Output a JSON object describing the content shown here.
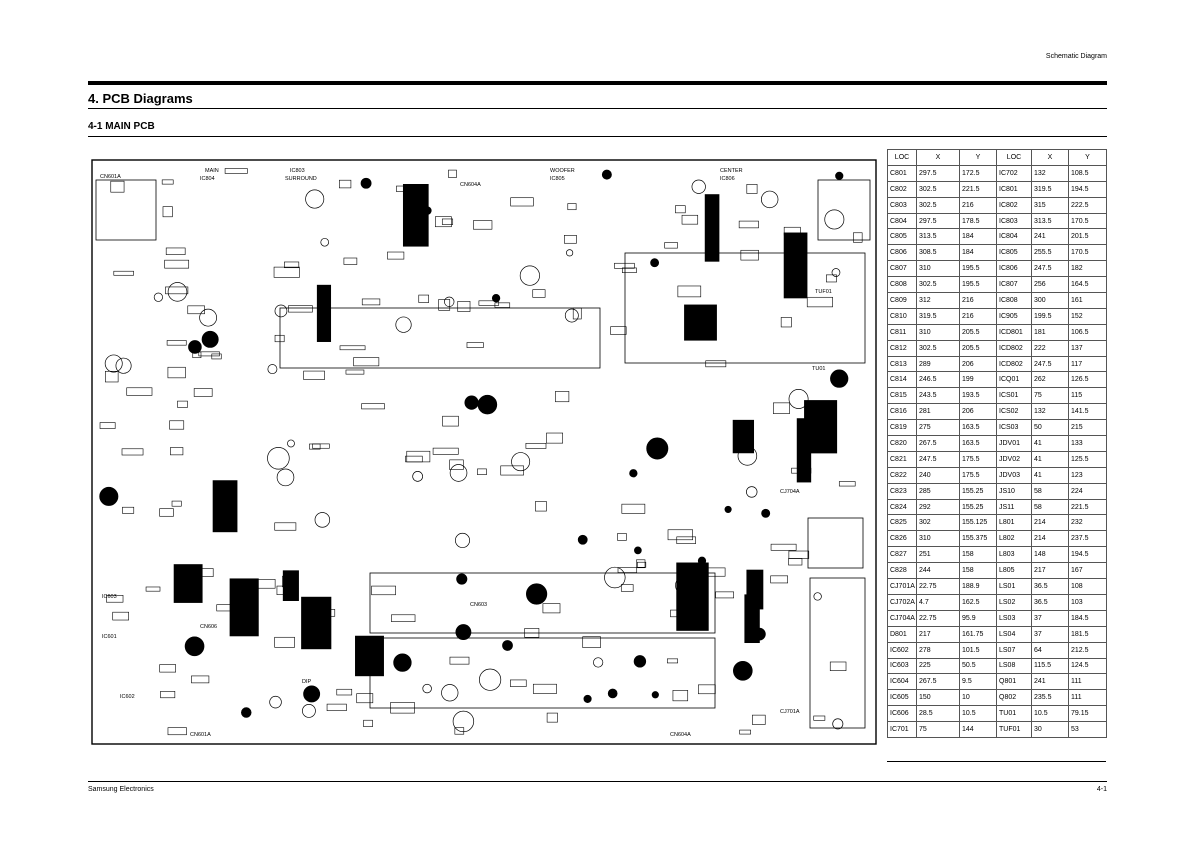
{
  "header": {
    "section_label": "Schematic Diagram"
  },
  "page": {
    "title": "4. PCB Diagrams",
    "subtitle": "4-1 MAIN PCB"
  },
  "pcb_labels": {
    "top_left": "CN601A",
    "main": "MAIN",
    "ic804": "IC804",
    "ic803": "IC803",
    "surround": "SURROUND",
    "cn604a": "CN604A",
    "woofer": "WOOFER",
    "ic805": "IC805",
    "center": "CENTER",
    "ic806": "IC806",
    "ic603": "IC603",
    "ic601": "IC601",
    "cn606": "CN606",
    "dip": "DIP",
    "cn601a_bottom": "CN601A",
    "cn604a_bottom": "CN604A",
    "tuf01": "TUF01",
    "tu01": "TU01",
    "ic602": "IC602",
    "cj704a": "CJ704A",
    "cj701a": "CJ701A",
    "cn603": "CN603"
  },
  "loc_table": {
    "headers": [
      "LOC",
      "X",
      "Y",
      "LOC",
      "X",
      "Y"
    ],
    "rows": [
      [
        "C801",
        "297.5",
        "172.5",
        "IC702",
        "132",
        "108.5"
      ],
      [
        "C802",
        "302.5",
        "221.5",
        "IC801",
        "319.5",
        "194.5"
      ],
      [
        "C803",
        "302.5",
        "216",
        "IC802",
        "315",
        "222.5"
      ],
      [
        "C804",
        "297.5",
        "178.5",
        "IC803",
        "313.5",
        "170.5"
      ],
      [
        "C805",
        "313.5",
        "184",
        "IC804",
        "241",
        "201.5"
      ],
      [
        "C806",
        "308.5",
        "184",
        "IC805",
        "255.5",
        "170.5"
      ],
      [
        "C807",
        "310",
        "195.5",
        "IC806",
        "247.5",
        "182"
      ],
      [
        "C808",
        "302.5",
        "195.5",
        "IC807",
        "256",
        "164.5"
      ],
      [
        "C809",
        "312",
        "216",
        "IC808",
        "300",
        "161"
      ],
      [
        "C810",
        "319.5",
        "216",
        "IC905",
        "199.5",
        "152"
      ],
      [
        "C811",
        "310",
        "205.5",
        "ICD801",
        "181",
        "106.5"
      ],
      [
        "C812",
        "302.5",
        "205.5",
        "ICD802",
        "222",
        "137"
      ],
      [
        "C813",
        "289",
        "206",
        "ICD802",
        "247.5",
        "117"
      ],
      [
        "C814",
        "246.5",
        "199",
        "ICQ01",
        "262",
        "126.5"
      ],
      [
        "C815",
        "243.5",
        "193.5",
        "ICS01",
        "75",
        "115"
      ],
      [
        "C816",
        "281",
        "206",
        "ICS02",
        "132",
        "141.5"
      ],
      [
        "C819",
        "275",
        "163.5",
        "ICS03",
        "50",
        "215"
      ],
      [
        "C820",
        "267.5",
        "163.5",
        "JDV01",
        "41",
        "133"
      ],
      [
        "C821",
        "247.5",
        "175.5",
        "JDV02",
        "41",
        "125.5"
      ],
      [
        "C822",
        "240",
        "175.5",
        "JDV03",
        "41",
        "123"
      ],
      [
        "C823",
        "285",
        "155.25",
        "JS10",
        "58",
        "224"
      ],
      [
        "C824",
        "292",
        "155.25",
        "JS11",
        "58",
        "221.5"
      ],
      [
        "C825",
        "302",
        "155.125",
        "L801",
        "214",
        "232"
      ],
      [
        "C826",
        "310",
        "155.375",
        "L802",
        "214",
        "237.5"
      ],
      [
        "C827",
        "251",
        "158",
        "L803",
        "148",
        "194.5"
      ],
      [
        "C828",
        "244",
        "158",
        "L805",
        "217",
        "167"
      ],
      [
        "CJ701A",
        "22.75",
        "188.9",
        "LS01",
        "36.5",
        "108"
      ],
      [
        "CJ702A",
        "4.7",
        "162.5",
        "LS02",
        "36.5",
        "103"
      ],
      [
        "CJ704A",
        "22.75",
        "95.9",
        "LS03",
        "37",
        "184.5"
      ],
      [
        "D801",
        "217",
        "161.75",
        "LS04",
        "37",
        "181.5"
      ],
      [
        "IC602",
        "278",
        "101.5",
        "LS07",
        "64",
        "212.5"
      ],
      [
        "IC603",
        "225",
        "50.5",
        "LS08",
        "115.5",
        "124.5"
      ],
      [
        "IC604",
        "267.5",
        "9.5",
        "Q801",
        "241",
        "111"
      ],
      [
        "IC605",
        "150",
        "10",
        "Q802",
        "235.5",
        "111"
      ],
      [
        "IC606",
        "28.5",
        "10.5",
        "TU01",
        "10.5",
        "79.15"
      ],
      [
        "IC701",
        "75",
        "144",
        "TUF01",
        "30",
        "53"
      ]
    ]
  },
  "footer": {
    "company": "Samsung Electronics",
    "page_number": "4-1"
  }
}
